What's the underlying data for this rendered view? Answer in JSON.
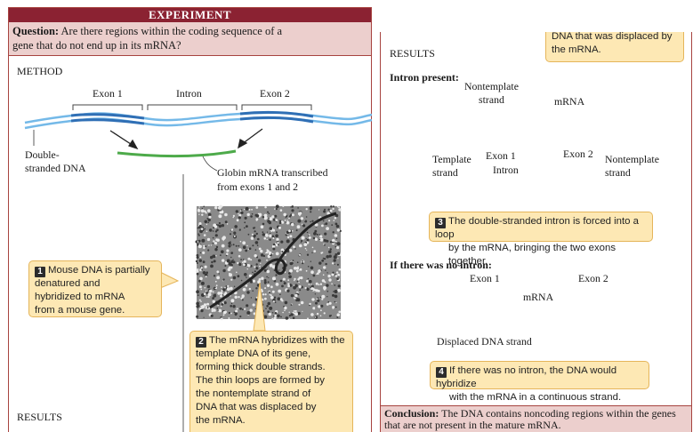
{
  "header": {
    "title": "EXPERIMENT"
  },
  "question": {
    "label": "Question:",
    "text_line1": " Are there regions within the coding sequence of a",
    "text_line2": "gene that do not end up in its mRNA?"
  },
  "method": {
    "heading": "METHOD",
    "exon1": "Exon 1",
    "intron": "Intron",
    "exon2": "Exon 2",
    "dsdna_line1": "Double-",
    "dsdna_line2": "stranded DNA",
    "globin_line1": "Globin mRNA transcribed",
    "globin_line2": "from exons 1 and 2"
  },
  "callout1": {
    "number": "1",
    "line1": "Mouse DNA is partially",
    "line2": "denatured and",
    "line3": "hybridized to mRNA",
    "line4": "from a mouse gene."
  },
  "callout2": {
    "number": "2",
    "line1": "The mRNA hybridizes with the",
    "line2": "template DNA of its gene,",
    "line3": "forming thick double strands.",
    "line4": "The thin loops are formed by",
    "line5": "the nontemplate strand of",
    "line6": "DNA that was displaced by",
    "line7": "the mRNA."
  },
  "results_left": {
    "heading": "RESULTS"
  },
  "results_right": {
    "heading": "RESULTS",
    "top_callout_line1": "DNA that was displaced by",
    "top_callout_line2": "the mRNA.",
    "intron_present": "Intron present:",
    "nontemplate_strand_line1": "Nontemplate",
    "nontemplate_strand_line2": "strand",
    "mrna": "mRNA",
    "template_line1": "Template",
    "template_line2": "strand",
    "exon1": "Exon 1",
    "exon2": "Exon 2",
    "intron": "Intron",
    "nontemplate_right_line1": "Nontemplate",
    "nontemplate_right_line2": "strand",
    "no_intron_heading": "If there was no intron:",
    "exon1_b": "Exon 1",
    "exon2_b": "Exon 2",
    "mrna_b": "mRNA",
    "displaced": "Displaced DNA strand"
  },
  "callout3": {
    "number": "3",
    "line1": "The double-stranded intron is forced into a loop",
    "line2": "by the mRNA, bringing the two exons together."
  },
  "callout4": {
    "number": "4",
    "line1": "If there was no intron, the DNA would hybridize",
    "line2": "with the mRNA in a continuous strand."
  },
  "conclusion": {
    "label": "Conclusion:",
    "text_line1": " The DNA contains noncoding regions within the genes",
    "text_line2": "that are not present in the mature mRNA."
  },
  "colors": {
    "header_bg": "#8b2232",
    "question_bg": "#eccfcd",
    "dna": "#74b9e8",
    "dna_dark": "#2f6fb5",
    "mrna": "#4daa4a",
    "callout_bg": "#fde8b4"
  }
}
